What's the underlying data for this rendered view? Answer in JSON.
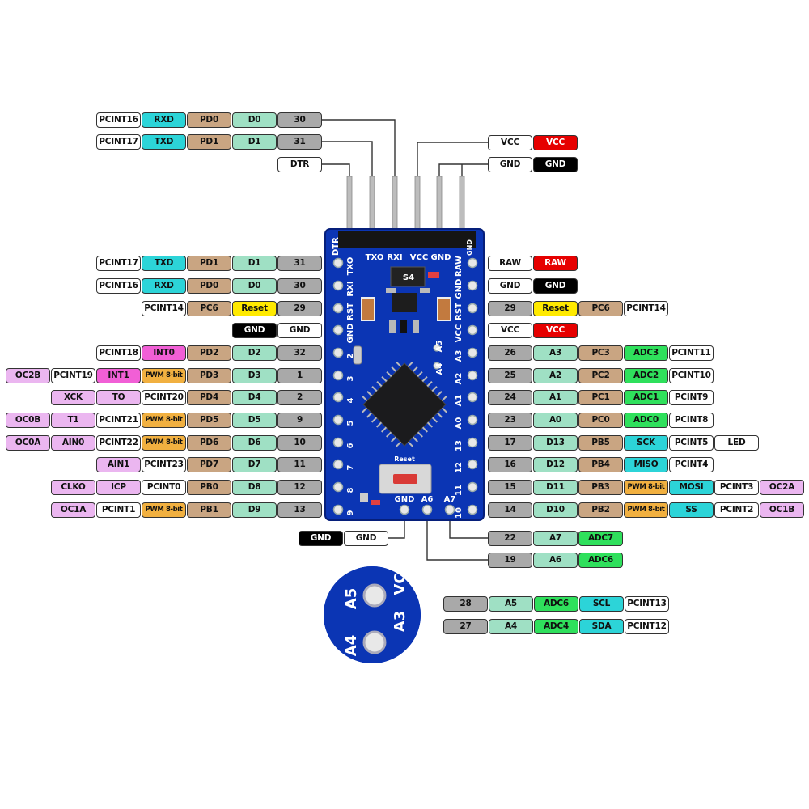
{
  "colors": {
    "board": "#0b35b4",
    "board_dark": "#08268a",
    "chip": "#1b1b1d",
    "pin_metal": "#bdbdbd",
    "wire": "#333333",
    "reset_button": "#d93a36",
    "types": {
      "physical": "#a9a9a9",
      "arduino": "#9fe0c4",
      "port": "#c9a582",
      "pcint": "#ffffff",
      "serial": "#2cd4d8",
      "interrupt": "#f15fd6",
      "pwm": "#f1b040",
      "adc": "#2fe05c",
      "spi": "#2cd4d8",
      "other": "#ebb6f0",
      "power": "#e60000",
      "ground": "#000000",
      "plain": "#ffffff",
      "reset": "#ffea00"
    }
  },
  "silkscreen": {
    "top_header": [
      "DTR",
      "TXO",
      "RXI",
      "VCC",
      "GND",
      "GND"
    ],
    "left_side": [
      "TXO",
      "RXI",
      "RST",
      "GND",
      "2",
      "3",
      "4",
      "5",
      "6",
      "7",
      "8",
      "9"
    ],
    "right_side": [
      "RAW",
      "GND",
      "RST",
      "VCC",
      "A3",
      "A2",
      "A1",
      "A0",
      "13",
      "12",
      "11",
      "10"
    ],
    "bottom": [
      "GND",
      "A6",
      "A7"
    ],
    "inner": [
      "A5",
      "A4"
    ],
    "reset_text": "Reset",
    "regulator": "S4",
    "zoom": [
      "A5",
      "A4",
      "A3",
      "VC"
    ]
  },
  "pin_rows": [
    {
      "pin": "RXD",
      "labels": [
        {
          "text": "PCINT16",
          "type": "pcint"
        },
        {
          "text": "RXD",
          "type": "serial"
        },
        {
          "text": "PD0",
          "type": "port"
        },
        {
          "text": "D0",
          "type": "arduino"
        },
        {
          "text": "30",
          "type": "physical"
        }
      ]
    },
    {
      "pin": "TXD",
      "labels": [
        {
          "text": "PCINT17",
          "type": "pcint"
        },
        {
          "text": "TXD",
          "type": "serial"
        },
        {
          "text": "PD1",
          "type": "port"
        },
        {
          "text": "D1",
          "type": "arduino"
        },
        {
          "text": "31",
          "type": "physical"
        }
      ]
    },
    {
      "pin": "DTR",
      "labels": [
        {
          "text": "DTR",
          "type": "plain"
        }
      ]
    },
    {
      "pin": "VCC",
      "labels": [
        {
          "text": "VCC",
          "type": "plain"
        },
        {
          "text": "VCC",
          "type": "power"
        }
      ]
    },
    {
      "pin": "GND",
      "labels": [
        {
          "text": "GND",
          "type": "plain"
        },
        {
          "text": "GND",
          "type": "ground"
        }
      ]
    },
    {
      "pin": "TXO",
      "labels": [
        {
          "text": "PCINT17",
          "type": "pcint"
        },
        {
          "text": "TXD",
          "type": "serial"
        },
        {
          "text": "PD1",
          "type": "port"
        },
        {
          "text": "D1",
          "type": "arduino"
        },
        {
          "text": "31",
          "type": "physical"
        }
      ]
    },
    {
      "pin": "RXI",
      "labels": [
        {
          "text": "PCINT16",
          "type": "pcint"
        },
        {
          "text": "RXD",
          "type": "serial"
        },
        {
          "text": "PD0",
          "type": "port"
        },
        {
          "text": "D0",
          "type": "arduino"
        },
        {
          "text": "30",
          "type": "physical"
        }
      ]
    },
    {
      "pin": "RST",
      "labels": [
        {
          "text": "PCINT14",
          "type": "pcint"
        },
        {
          "text": "PC6",
          "type": "port"
        },
        {
          "text": "Reset",
          "type": "reset"
        },
        {
          "text": "29",
          "type": "physical"
        }
      ]
    },
    {
      "pin": "GND",
      "labels": [
        {
          "text": "GND",
          "type": "ground"
        },
        {
          "text": "GND",
          "type": "plain"
        }
      ]
    },
    {
      "pin": "2",
      "labels": [
        {
          "text": "PCINT18",
          "type": "pcint"
        },
        {
          "text": "INT0",
          "type": "interrupt"
        },
        {
          "text": "PD2",
          "type": "port"
        },
        {
          "text": "D2",
          "type": "arduino"
        },
        {
          "text": "32",
          "type": "physical"
        }
      ]
    },
    {
      "pin": "3",
      "labels": [
        {
          "text": "OC2B",
          "type": "other"
        },
        {
          "text": "PCINT19",
          "type": "pcint"
        },
        {
          "text": "INT1",
          "type": "interrupt"
        },
        {
          "text": "PWM 8-bit",
          "type": "pwm"
        },
        {
          "text": "PD3",
          "type": "port"
        },
        {
          "text": "D3",
          "type": "arduino"
        },
        {
          "text": "1",
          "type": "physical"
        }
      ]
    },
    {
      "pin": "4",
      "labels": [
        {
          "text": "XCK",
          "type": "other"
        },
        {
          "text": "TO",
          "type": "other"
        },
        {
          "text": "PCINT20",
          "type": "pcint"
        },
        {
          "text": "PD4",
          "type": "port"
        },
        {
          "text": "D4",
          "type": "arduino"
        },
        {
          "text": "2",
          "type": "physical"
        }
      ]
    },
    {
      "pin": "5",
      "labels": [
        {
          "text": "OC0B",
          "type": "other"
        },
        {
          "text": "T1",
          "type": "other"
        },
        {
          "text": "PCINT21",
          "type": "pcint"
        },
        {
          "text": "PWM 8-bit",
          "type": "pwm"
        },
        {
          "text": "PD5",
          "type": "port"
        },
        {
          "text": "D5",
          "type": "arduino"
        },
        {
          "text": "9",
          "type": "physical"
        }
      ]
    },
    {
      "pin": "6",
      "labels": [
        {
          "text": "OC0A",
          "type": "other"
        },
        {
          "text": "AIN0",
          "type": "other"
        },
        {
          "text": "PCINT22",
          "type": "pcint"
        },
        {
          "text": "PWM 8-bit",
          "type": "pwm"
        },
        {
          "text": "PD6",
          "type": "port"
        },
        {
          "text": "D6",
          "type": "arduino"
        },
        {
          "text": "10",
          "type": "physical"
        }
      ]
    },
    {
      "pin": "7",
      "labels": [
        {
          "text": "AIN1",
          "type": "other"
        },
        {
          "text": "PCINT23",
          "type": "pcint"
        },
        {
          "text": "PD7",
          "type": "port"
        },
        {
          "text": "D7",
          "type": "arduino"
        },
        {
          "text": "11",
          "type": "physical"
        }
      ]
    },
    {
      "pin": "8",
      "labels": [
        {
          "text": "CLKO",
          "type": "other"
        },
        {
          "text": "ICP",
          "type": "other"
        },
        {
          "text": "PCINT0",
          "type": "pcint"
        },
        {
          "text": "PB0",
          "type": "port"
        },
        {
          "text": "D8",
          "type": "arduino"
        },
        {
          "text": "12",
          "type": "physical"
        }
      ]
    },
    {
      "pin": "9",
      "labels": [
        {
          "text": "OC1A",
          "type": "other"
        },
        {
          "text": "PCINT1",
          "type": "pcint"
        },
        {
          "text": "PWM 8-bit",
          "type": "pwm"
        },
        {
          "text": "PB1",
          "type": "port"
        },
        {
          "text": "D9",
          "type": "arduino"
        },
        {
          "text": "13",
          "type": "physical"
        }
      ]
    },
    {
      "pin": "RAW",
      "labels": [
        {
          "text": "RAW",
          "type": "plain"
        },
        {
          "text": "RAW",
          "type": "power"
        }
      ]
    },
    {
      "pin": "GND",
      "labels": [
        {
          "text": "GND",
          "type": "plain"
        },
        {
          "text": "GND",
          "type": "ground"
        }
      ]
    },
    {
      "pin": "RST",
      "labels": [
        {
          "text": "29",
          "type": "physical"
        },
        {
          "text": "Reset",
          "type": "reset"
        },
        {
          "text": "PC6",
          "type": "port"
        },
        {
          "text": "PCINT14",
          "type": "pcint"
        }
      ]
    },
    {
      "pin": "VCC",
      "labels": [
        {
          "text": "VCC",
          "type": "plain"
        },
        {
          "text": "VCC",
          "type": "power"
        }
      ]
    },
    {
      "pin": "A3",
      "labels": [
        {
          "text": "26",
          "type": "physical"
        },
        {
          "text": "A3",
          "type": "arduino"
        },
        {
          "text": "PC3",
          "type": "port"
        },
        {
          "text": "ADC3",
          "type": "adc"
        },
        {
          "text": "PCINT11",
          "type": "pcint"
        }
      ]
    },
    {
      "pin": "A2",
      "labels": [
        {
          "text": "25",
          "type": "physical"
        },
        {
          "text": "A2",
          "type": "arduino"
        },
        {
          "text": "PC2",
          "type": "port"
        },
        {
          "text": "ADC2",
          "type": "adc"
        },
        {
          "text": "PCINT10",
          "type": "pcint"
        }
      ]
    },
    {
      "pin": "A1",
      "labels": [
        {
          "text": "24",
          "type": "physical"
        },
        {
          "text": "A1",
          "type": "arduino"
        },
        {
          "text": "PC1",
          "type": "port"
        },
        {
          "text": "ADC1",
          "type": "adc"
        },
        {
          "text": "PCINT9",
          "type": "pcint"
        }
      ]
    },
    {
      "pin": "A0",
      "labels": [
        {
          "text": "23",
          "type": "physical"
        },
        {
          "text": "A0",
          "type": "arduino"
        },
        {
          "text": "PC0",
          "type": "port"
        },
        {
          "text": "ADC0",
          "type": "adc"
        },
        {
          "text": "PCINT8",
          "type": "pcint"
        }
      ]
    },
    {
      "pin": "13",
      "labels": [
        {
          "text": "17",
          "type": "physical"
        },
        {
          "text": "D13",
          "type": "arduino"
        },
        {
          "text": "PB5",
          "type": "port"
        },
        {
          "text": "SCK",
          "type": "spi"
        },
        {
          "text": "PCINT5",
          "type": "pcint"
        },
        {
          "text": "LED",
          "type": "plain"
        }
      ]
    },
    {
      "pin": "12",
      "labels": [
        {
          "text": "16",
          "type": "physical"
        },
        {
          "text": "D12",
          "type": "arduino"
        },
        {
          "text": "PB4",
          "type": "port"
        },
        {
          "text": "MISO",
          "type": "spi"
        },
        {
          "text": "PCINT4",
          "type": "pcint"
        }
      ]
    },
    {
      "pin": "11",
      "labels": [
        {
          "text": "15",
          "type": "physical"
        },
        {
          "text": "D11",
          "type": "arduino"
        },
        {
          "text": "PB3",
          "type": "port"
        },
        {
          "text": "PWM 8-bit",
          "type": "pwm"
        },
        {
          "text": "MOSI",
          "type": "spi"
        },
        {
          "text": "PCINT3",
          "type": "pcint"
        },
        {
          "text": "OC2A",
          "type": "other"
        }
      ]
    },
    {
      "pin": "10",
      "labels": [
        {
          "text": "14",
          "type": "physical"
        },
        {
          "text": "D10",
          "type": "arduino"
        },
        {
          "text": "PB2",
          "type": "port"
        },
        {
          "text": "PWM 8-bit",
          "type": "pwm"
        },
        {
          "text": "SS",
          "type": "spi"
        },
        {
          "text": "PCINT2",
          "type": "pcint"
        },
        {
          "text": "OC1B",
          "type": "other"
        }
      ]
    },
    {
      "pin": "GND",
      "labels": [
        {
          "text": "GND",
          "type": "ground"
        },
        {
          "text": "GND",
          "type": "plain"
        }
      ]
    },
    {
      "pin": "A7",
      "labels": [
        {
          "text": "22",
          "type": "physical"
        },
        {
          "text": "A7",
          "type": "arduino"
        },
        {
          "text": "ADC7",
          "type": "adc"
        }
      ]
    },
    {
      "pin": "A6",
      "labels": [
        {
          "text": "19",
          "type": "physical"
        },
        {
          "text": "A6",
          "type": "arduino"
        },
        {
          "text": "ADC6",
          "type": "adc"
        }
      ]
    },
    {
      "pin": "A5",
      "labels": [
        {
          "text": "28",
          "type": "physical"
        },
        {
          "text": "A5",
          "type": "arduino"
        },
        {
          "text": "ADC6",
          "type": "adc"
        },
        {
          "text": "SCL",
          "type": "spi"
        },
        {
          "text": "PCINT13",
          "type": "pcint"
        }
      ]
    },
    {
      "pin": "A4",
      "labels": [
        {
          "text": "27",
          "type": "physical"
        },
        {
          "text": "A4",
          "type": "arduino"
        },
        {
          "text": "ADC4",
          "type": "adc"
        },
        {
          "text": "SDA",
          "type": "spi"
        },
        {
          "text": "PCINT12",
          "type": "pcint"
        }
      ]
    }
  ]
}
